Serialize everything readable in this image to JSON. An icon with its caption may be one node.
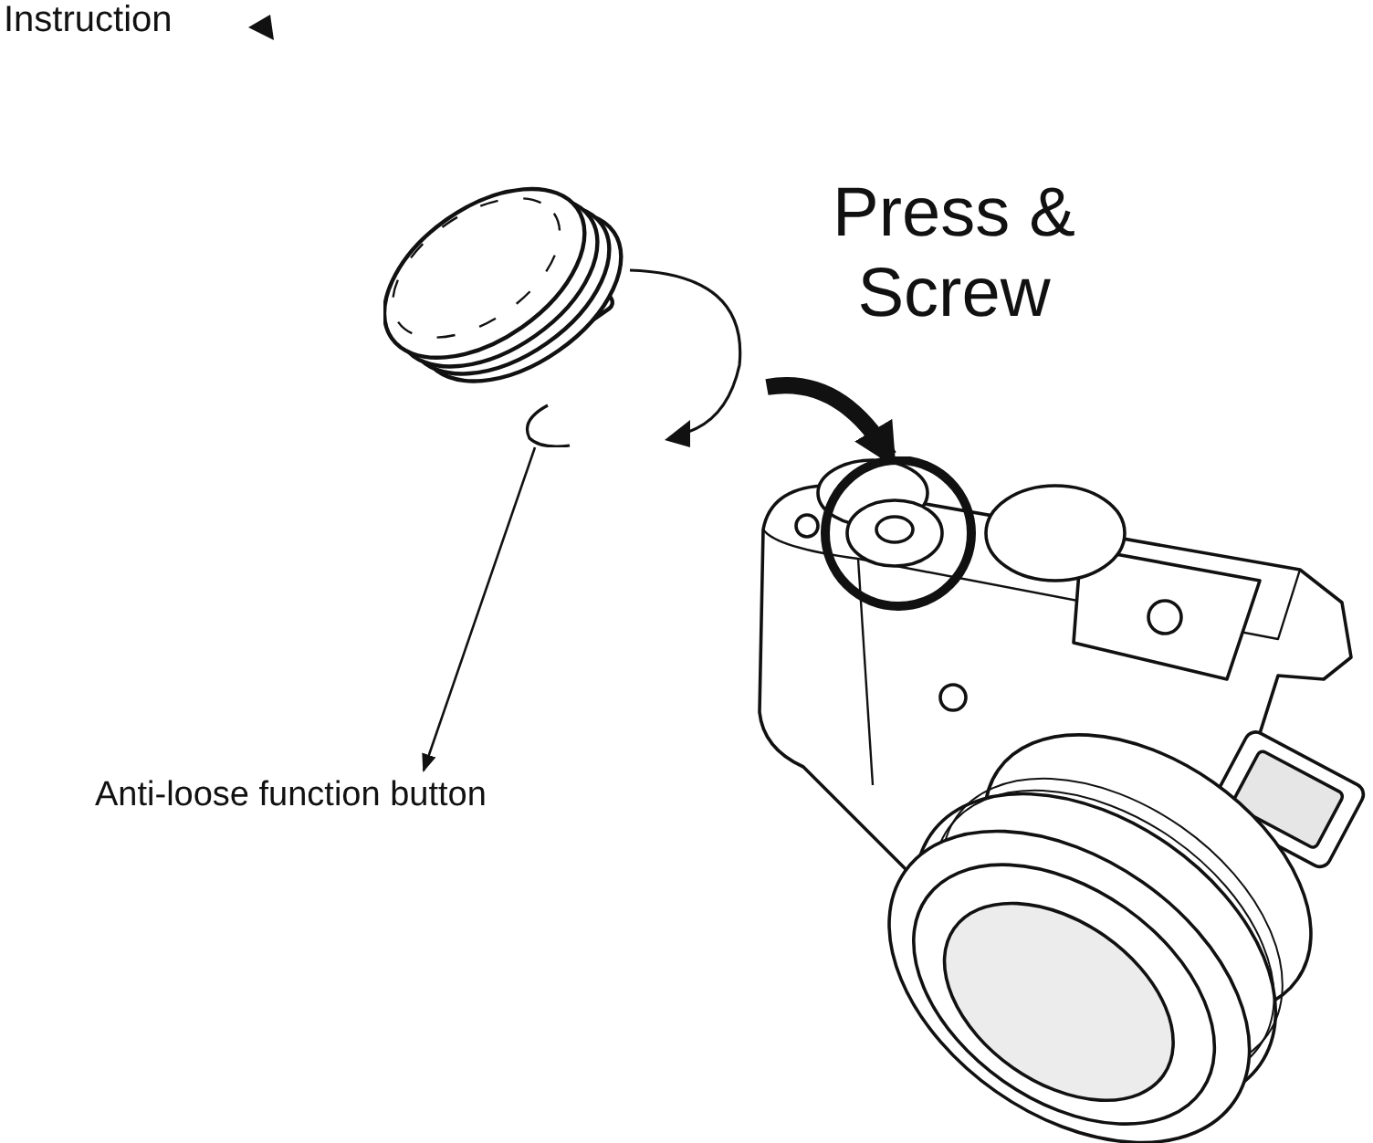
{
  "diagram": {
    "title": "Instruction",
    "nodes": [
      {
        "text": [],
        "shape": "picture"
      },
      {
        "text": [],
        "shape": "picture"
      },
      {
        "text": [
          "Anti-loose function button"
        ]
      }
    ],
    "edges": [
      {
        "from": 0,
        "to": 1,
        "arrow": "to",
        "style": "thick"
      },
      {
        "from": 0,
        "to": 2,
        "arrow": "to"
      }
    ],
    "labels": [
      "Press & Screw"
    ]
  }
}
